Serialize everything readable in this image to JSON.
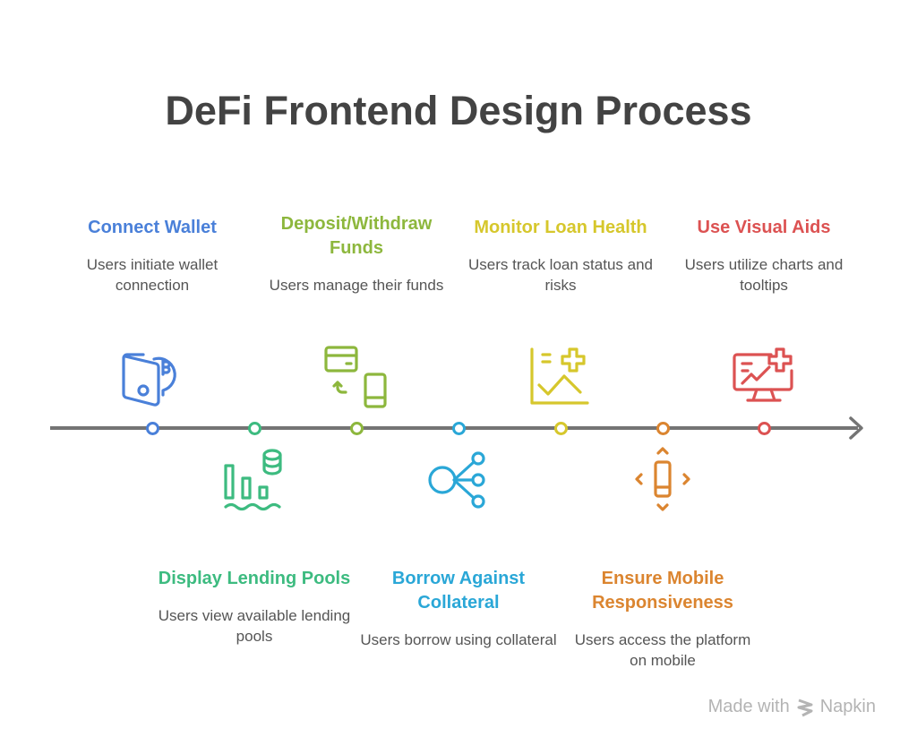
{
  "title": "DeFi Frontend Design Process",
  "steps": [
    {
      "title": "Connect Wallet",
      "desc": "Users initiate wallet connection",
      "icon": "wallet-bitcoin-icon",
      "color": "#4a80d9"
    },
    {
      "title": "Display Lending Pools",
      "desc": "Users view available lending pools",
      "icon": "bar-chart-coins-icon",
      "color": "#3dbb80"
    },
    {
      "title": "Deposit/Withdraw Funds",
      "desc": "Users manage their funds",
      "icon": "card-transfer-phone-icon",
      "color": "#8db73d"
    },
    {
      "title": "Borrow Against Collateral",
      "desc": "Users borrow using collateral",
      "icon": "share-nodes-icon",
      "color": "#2aa7d7"
    },
    {
      "title": "Monitor Loan Health",
      "desc": "Users track loan status and risks",
      "icon": "chart-health-plus-icon",
      "color": "#d6c72c"
    },
    {
      "title": "Ensure Mobile Responsiveness",
      "desc": "Users access the platform on mobile",
      "icon": "mobile-responsive-icon",
      "color": "#db8530"
    },
    {
      "title": "Use Visual Aids",
      "desc": "Users utilize charts and tooltips",
      "icon": "monitor-chart-icon",
      "color": "#dc5252"
    }
  ],
  "footer": {
    "made_with": "Made with",
    "brand": "Napkin"
  }
}
